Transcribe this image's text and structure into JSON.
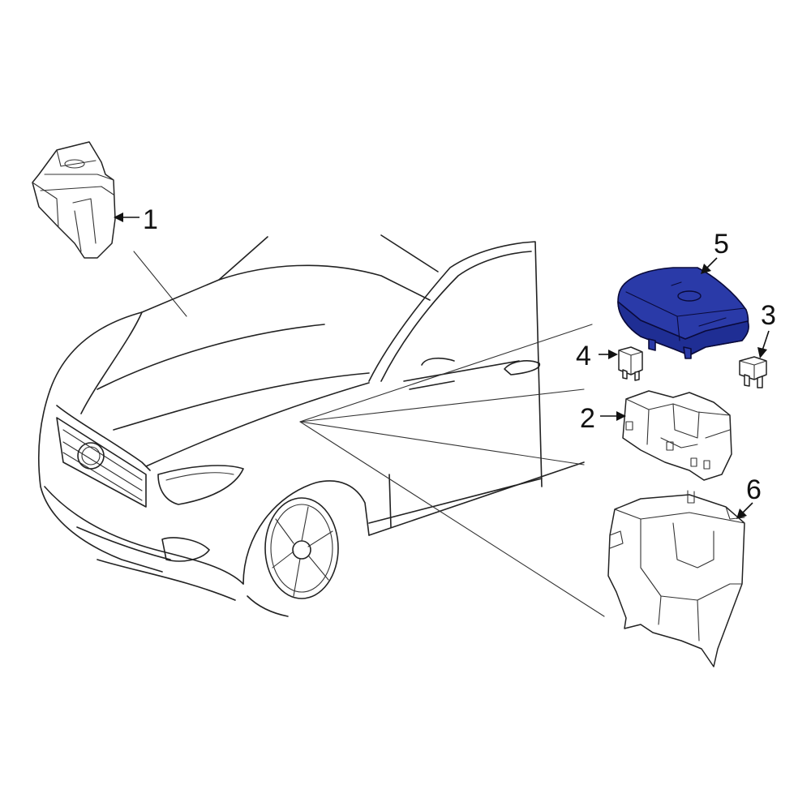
{
  "callouts": [
    {
      "id": "1",
      "label": "1"
    },
    {
      "id": "2",
      "label": "2"
    },
    {
      "id": "3",
      "label": "3"
    },
    {
      "id": "4",
      "label": "4"
    },
    {
      "id": "5",
      "label": "5"
    },
    {
      "id": "6",
      "label": "6"
    }
  ],
  "highlight_color": "#2a3aa8",
  "highlighted_part": "5"
}
